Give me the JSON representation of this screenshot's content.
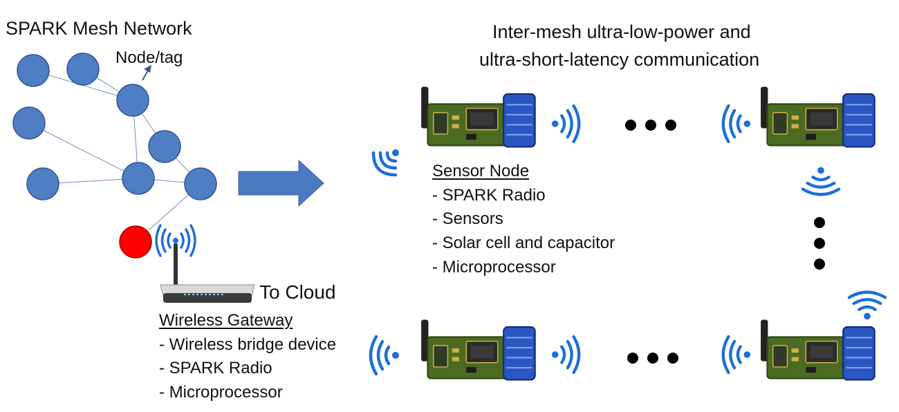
{
  "left": {
    "title": "SPARK Mesh Network",
    "node_label": "Node/tag"
  },
  "top_heading": {
    "line1": "Inter-mesh ultra-low-power and",
    "line2": "ultra-short-latency communication"
  },
  "sensor_node": {
    "title": "Sensor Node",
    "items": [
      "- SPARK Radio",
      "- Sensors",
      "- Solar cell and capacitor",
      "- Microprocessor"
    ]
  },
  "gateway": {
    "to_cloud": "To Cloud",
    "title": "Wireless Gateway",
    "items": [
      "- Wireless bridge device",
      "- SPARK Radio",
      "- Microprocessor"
    ]
  },
  "colors": {
    "node_fill": "#4f7ec4",
    "node_stroke": "#2f5597",
    "gateway_node": "#ff0000",
    "arrow": "#4a79bf",
    "wifi": "#1f6fd6",
    "board": "#4b6b20",
    "battery": "#2b56c2"
  }
}
